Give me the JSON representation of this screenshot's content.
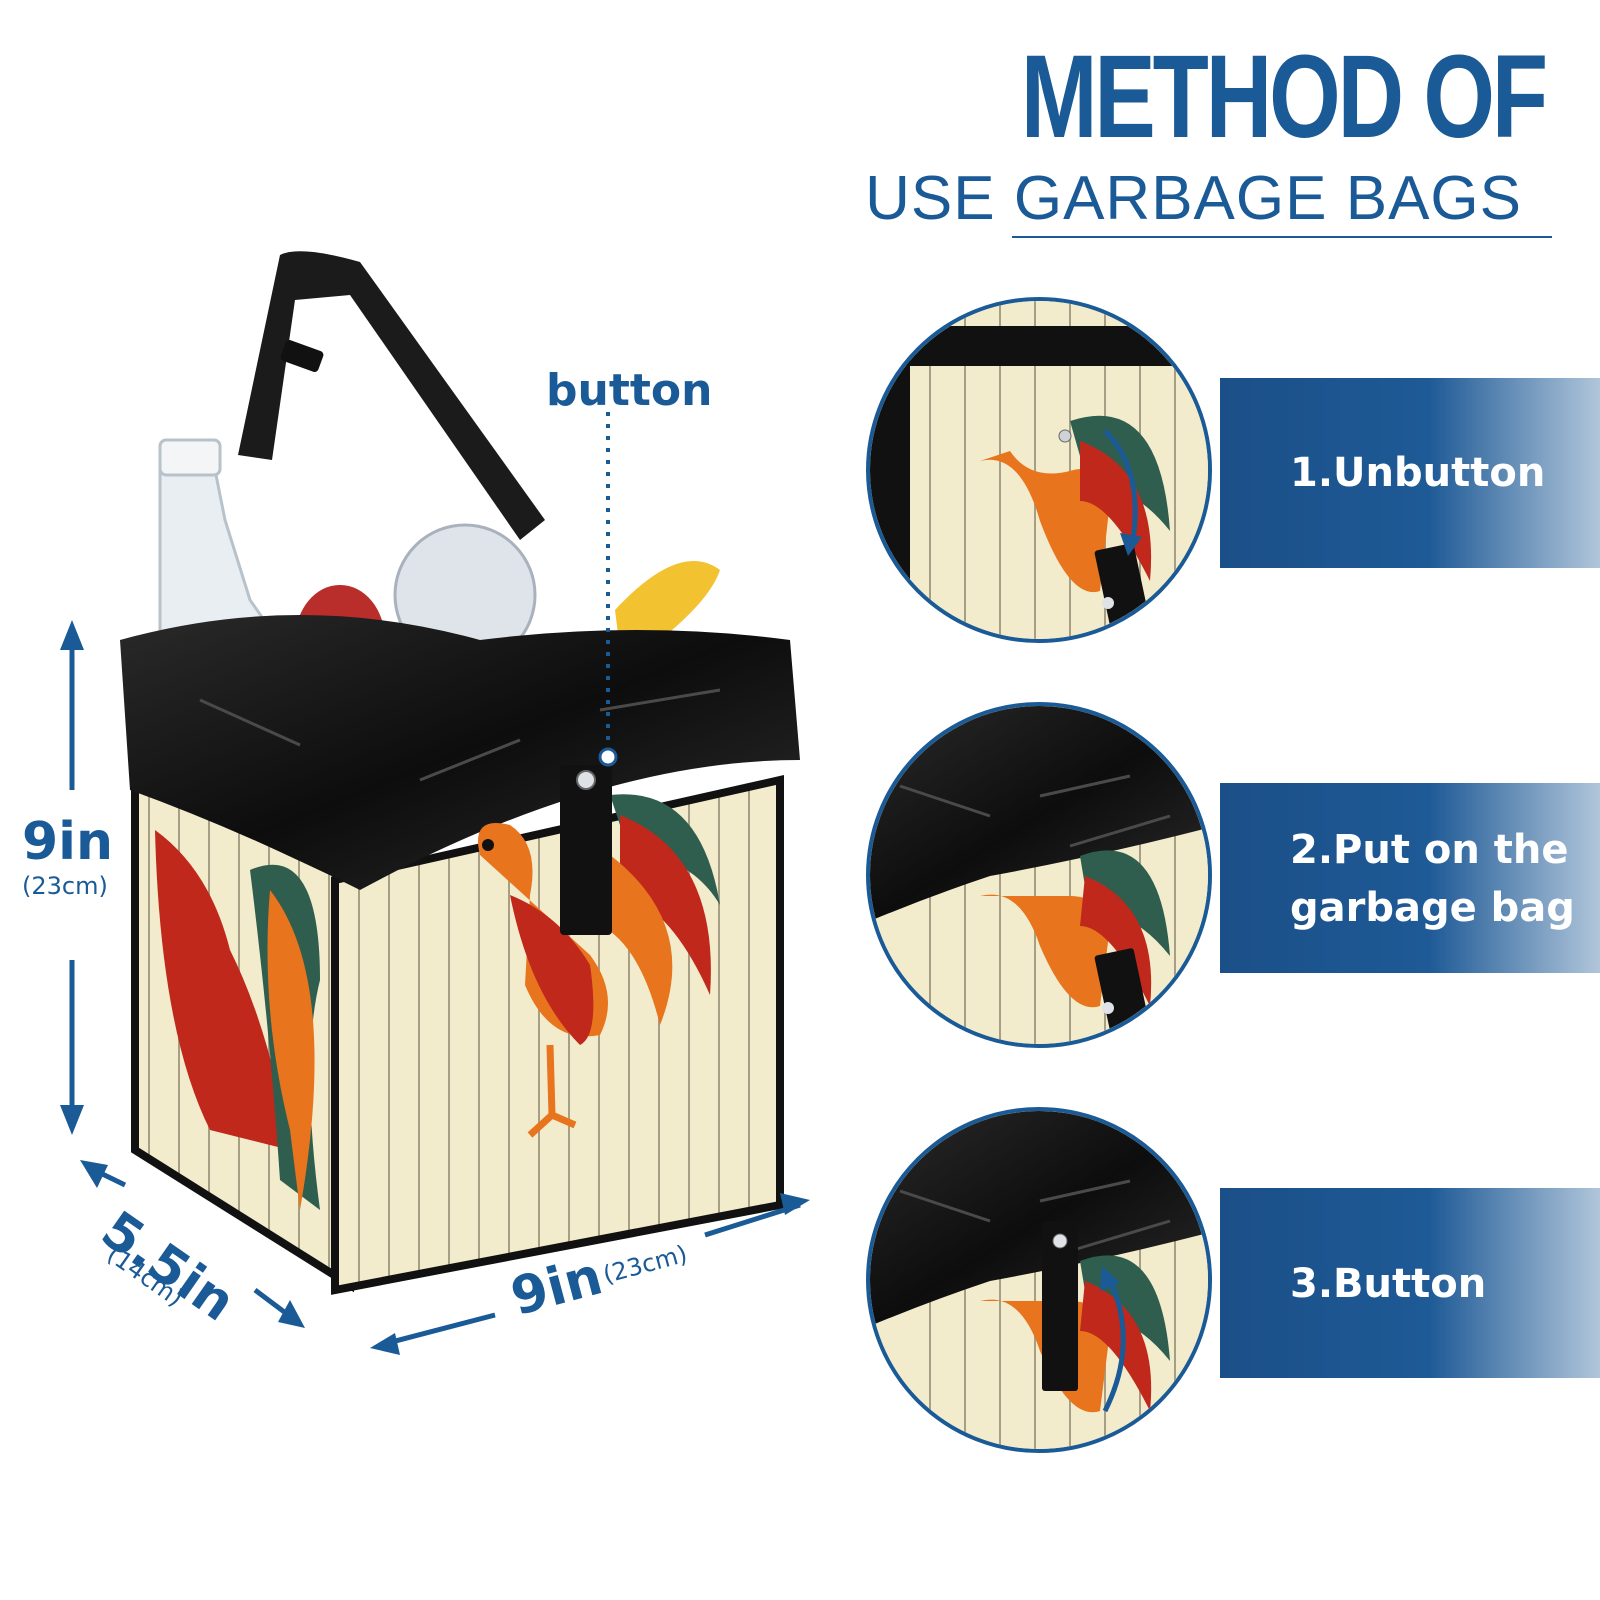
{
  "header": {
    "title_line1": "METHOD OF",
    "title_line2": "USE GARBAGE BAGS"
  },
  "product": {
    "button_label": "button",
    "height_value": "9in",
    "height_metric": "(23cm)",
    "depth_value": "5.5in",
    "depth_metric": "(14cm)",
    "width_value": "9in",
    "width_metric": "(23cm)"
  },
  "steps": [
    {
      "label_line1": "1.Unbutton",
      "label_line2": ""
    },
    {
      "label_line1": "2.Put on the",
      "label_line2": "garbage bag"
    },
    {
      "label_line1": "3.Button",
      "label_line2": ""
    }
  ],
  "colors": {
    "accent": "#1a5a96",
    "bag_black": "#141414",
    "wood": "#f3ecd0",
    "rooster_red": "#c0281c",
    "rooster_orange": "#e8741e",
    "rooster_green": "#2f5e4f"
  }
}
